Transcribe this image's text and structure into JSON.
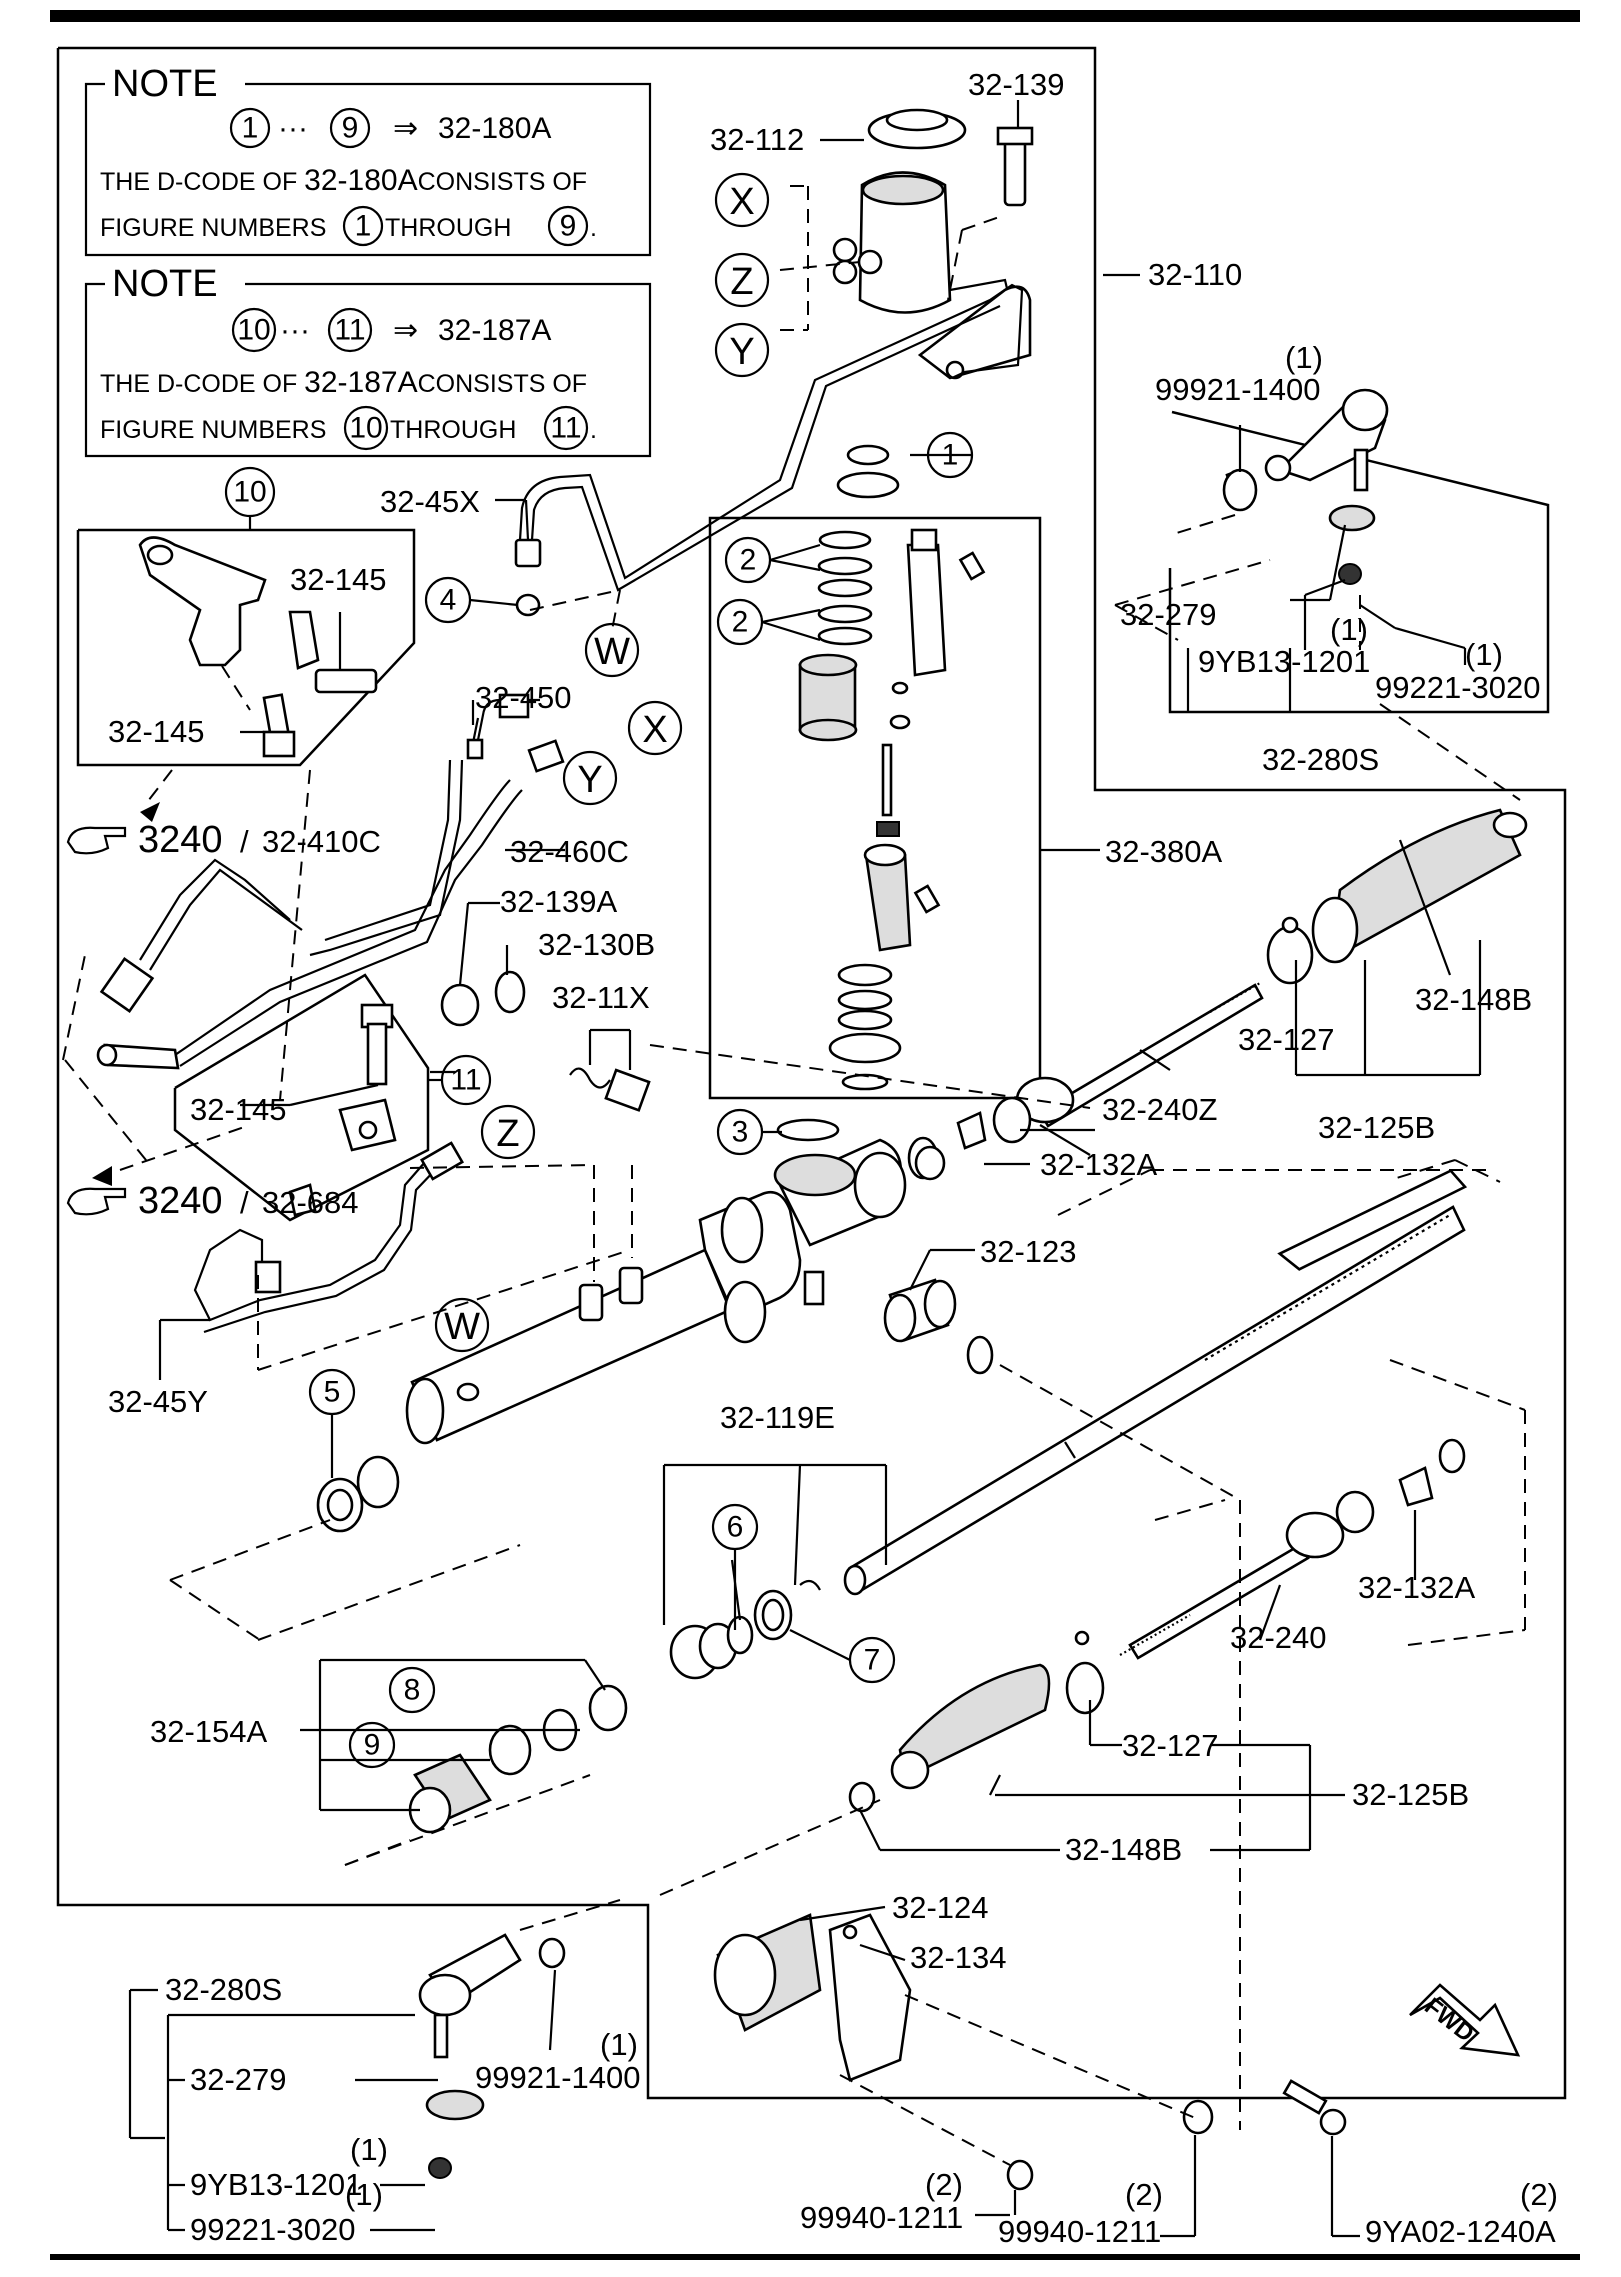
{
  "notes": [
    {
      "title": "NOTE",
      "range_start": "1",
      "range_end": "9",
      "arrow": "⇒",
      "target": "32-180A",
      "line1_pre": "THE D-CODE OF ",
      "line1_code": "32-180A",
      "line1_post": "CONSISTS OF",
      "line2_pre": "FIGURE NUMBERS ",
      "line2_mid": "THROUGH ",
      "line2_post": "."
    },
    {
      "title": "NOTE",
      "range_start": "10",
      "range_end": "11",
      "arrow": "⇒",
      "target": "32-187A",
      "line1_pre": "THE D-CODE OF ",
      "line1_code": "32-187A",
      "line1_post": "CONSISTS OF",
      "line2_pre": "FIGURE NUMBERS ",
      "line2_mid": "THROUGH ",
      "line2_post": "."
    }
  ],
  "refs": {
    "ref_3240": "3240",
    "slash": "/",
    "ref_410c": "32-410C",
    "ref_684": "32-684",
    "pointer_icon": "pointing-hand-icon"
  },
  "letters": {
    "x": "X",
    "y": "Y",
    "z": "Z",
    "w": "W",
    "w2": "W",
    "x2": "X",
    "y2": "Y",
    "z2": "Z"
  },
  "figure_numbers": [
    "1",
    "2",
    "2",
    "3",
    "4",
    "5",
    "6",
    "7",
    "8",
    "9",
    "10",
    "11"
  ],
  "labels": {
    "p32_139": "32-139",
    "p32_112": "32-112",
    "p32_110": "32-110",
    "p99921_1400_q": "(1)",
    "p99921_1400": "99921-1400",
    "p32_45x": "32-45X",
    "p32_145a": "32-145",
    "p32_145b": "32-145",
    "p32_450": "32-450",
    "p32_279": "32-279",
    "p9yb13_1201_q": "(1)",
    "p9yb13_1201": "9YB13-1201",
    "p99221_3020_q": "(1)",
    "p99221_3020": "99221-3020",
    "p32_280s": "32-280S",
    "p32_460c": "32-460C",
    "p32_380a": "32-380A",
    "p32_139a": "32-139A",
    "p32_130b": "32-130B",
    "p32_11x": "32-11X",
    "p32_148b": "32-148B",
    "p32_127": "32-127",
    "p32_145c": "32-145",
    "p32_240z": "32-240Z",
    "p32_125b": "32-125B",
    "p32_132a": "32-132A",
    "p32_123": "32-123",
    "p32_45y": "32-45Y",
    "p32_119e": "32-119E",
    "p32_132a_2": "32-132A",
    "p32_240": "32-240",
    "p32_154a": "32-154A",
    "p32_127_2": "32-127",
    "p32_125b_2": "32-125B",
    "p32_148b_2": "32-148B",
    "p32_124": "32-124",
    "p32_134": "32-134",
    "p32_280s_2": "32-280S",
    "p32_279_2": "32-279",
    "p99921_1400_2q": "(1)",
    "p99921_1400_2": "99921-1400",
    "p9yb13_1201_2q": "(1)",
    "p9yb13_1201_2": "9YB13-1201",
    "p99221_3020_2q": "(1)",
    "p99221_3020_2": "99221-3020",
    "p99940_1211_aq": "(2)",
    "p99940_1211_a": "99940-1211",
    "p99940_1211_bq": "(2)",
    "p99940_1211_b": "99940-1211",
    "p9ya02_1240a_q": "(2)",
    "p9ya02_1240a": "9YA02-1240A",
    "fwd": "FWD"
  }
}
